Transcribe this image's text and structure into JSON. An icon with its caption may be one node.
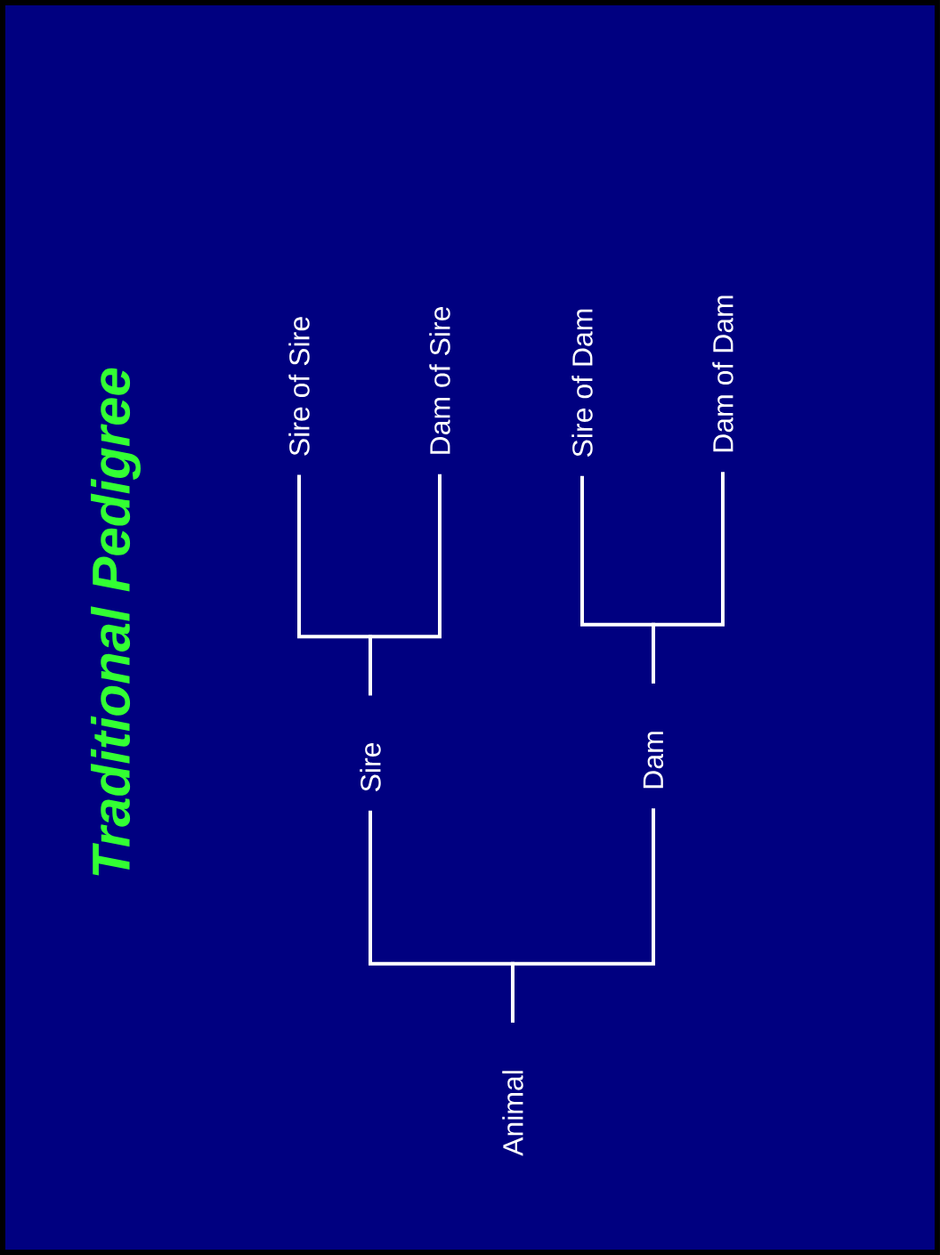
{
  "diagram": {
    "title": "Traditional Pedigree",
    "nodes": [
      {
        "text": [
          "Animal"
        ]
      },
      {
        "text": [
          "Sire"
        ]
      },
      {
        "text": [
          "Dam"
        ]
      },
      {
        "text": [
          "Sire of Sire"
        ]
      },
      {
        "text": [
          "Dam of Sire"
        ]
      },
      {
        "text": [
          "Sire of Dam"
        ]
      },
      {
        "text": [
          "Dam of Dam"
        ]
      }
    ],
    "edges": [
      {
        "from": 0,
        "to": 1,
        "arrow": "none"
      },
      {
        "from": 0,
        "to": 2,
        "arrow": "none"
      },
      {
        "from": 1,
        "to": 3,
        "arrow": "none"
      },
      {
        "from": 1,
        "to": 4,
        "arrow": "none"
      },
      {
        "from": 2,
        "to": 5,
        "arrow": "none"
      },
      {
        "from": 2,
        "to": 6,
        "arrow": "none"
      }
    ]
  }
}
